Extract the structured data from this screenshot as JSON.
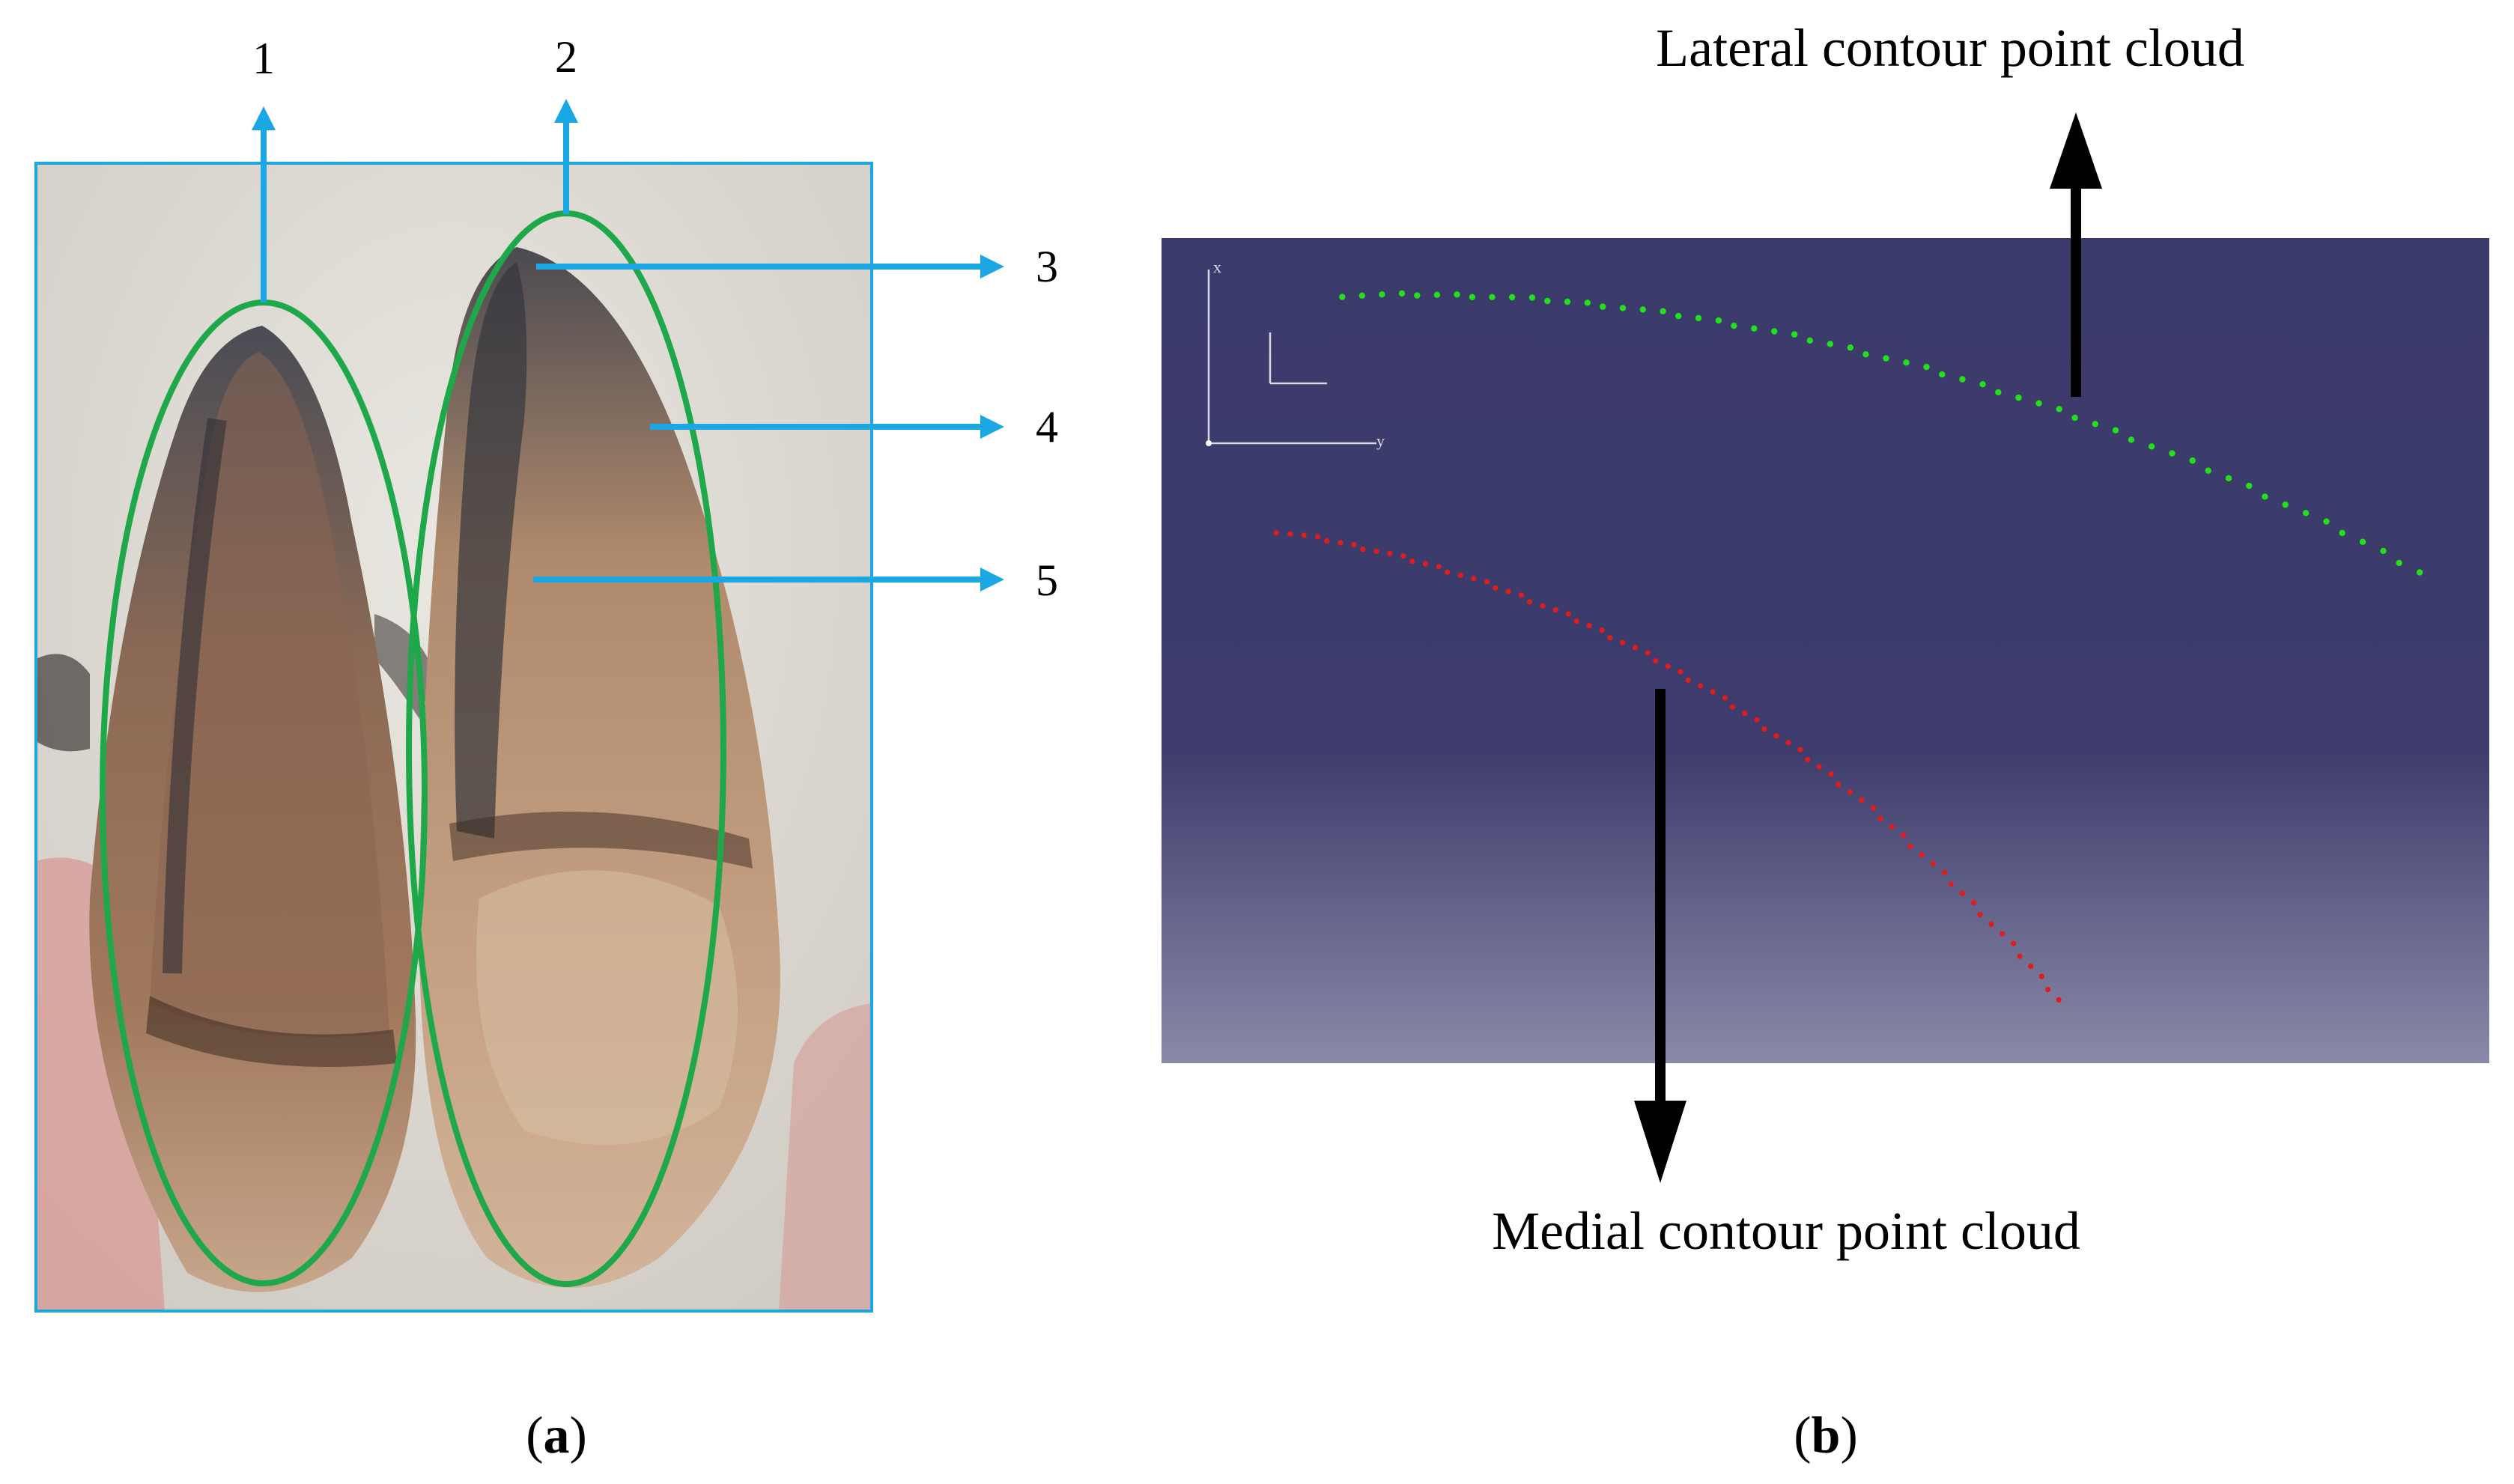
{
  "panel_a": {
    "callouts": [
      {
        "number": "1"
      },
      {
        "number": "2"
      },
      {
        "number": "3"
      },
      {
        "number": "4"
      },
      {
        "number": "5"
      }
    ],
    "caption": {
      "open": "(",
      "letter": "a",
      "close": ")"
    },
    "colors": {
      "arrow": "#1aa7e3",
      "ellipse": "#1fa84a",
      "frame": "#1aa7e3"
    }
  },
  "panel_b": {
    "lateral_label": "Lateral contour point cloud",
    "medial_label": "Medial contour point cloud",
    "axis_x": "x",
    "axis_y": "y",
    "caption": {
      "open": "(",
      "letter": "b",
      "close": ")"
    },
    "colors": {
      "background_top": "#3b3b6b",
      "background_bottom": "#8a89a8",
      "lateral_points": "#22e01c",
      "medial_points": "#e01c1c",
      "arrow": "#000000"
    }
  }
}
